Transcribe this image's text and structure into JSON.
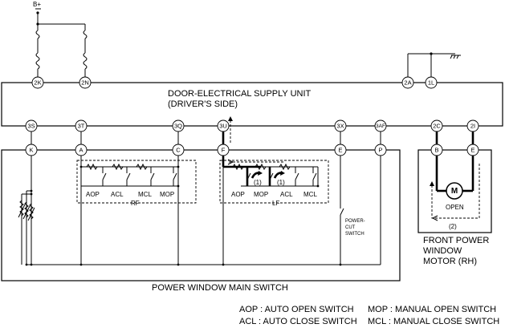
{
  "power": {
    "label": "B+"
  },
  "supply_unit": {
    "title_line1": "DOOR-ELECTRICAL SUPPLY UNIT",
    "title_line2": "(DRIVER'S SIDE)",
    "top_pins": [
      "2K",
      "2N",
      "2A",
      "1L"
    ],
    "bottom_pins": [
      "3S",
      "3T",
      "3Q",
      "3U",
      "3X",
      "3AF",
      "2C",
      "2I"
    ]
  },
  "main_switch": {
    "label": "POWER WINDOW MAIN SWITCH",
    "pins": [
      "K",
      "A",
      "C",
      "F",
      "E",
      "P"
    ],
    "rf_group": {
      "name": "RF",
      "labels": [
        "AOP",
        "ACL",
        "MCL",
        "MOP"
      ]
    },
    "lf_group": {
      "name": "LF",
      "labels": [
        "AOP",
        "MOP",
        "ACL",
        "MCL"
      ],
      "marks": [
        "(1)",
        "(1)"
      ]
    },
    "power_cut_switch": [
      "POWER-",
      "CUT",
      "SWITCH"
    ]
  },
  "motor": {
    "pins": [
      "B",
      "E"
    ],
    "symbol": "M",
    "direction": "OPEN",
    "mark": "(2)",
    "label_lines": [
      "FRONT POWER",
      "WINDOW",
      "MOTOR (RH)"
    ]
  },
  "legend": [
    {
      "text": "AOP : AUTO OPEN SWITCH"
    },
    {
      "text": "MOP : MANUAL OPEN SWITCH"
    },
    {
      "text": "ACL : AUTO CLOSE SWITCH"
    },
    {
      "text": "MCL : MANUAL CLOSE SWITCH"
    }
  ],
  "icons": [
    "fuse-icon",
    "ground-icon",
    "motor-icon",
    "switch-icon",
    "resistor-icon"
  ]
}
